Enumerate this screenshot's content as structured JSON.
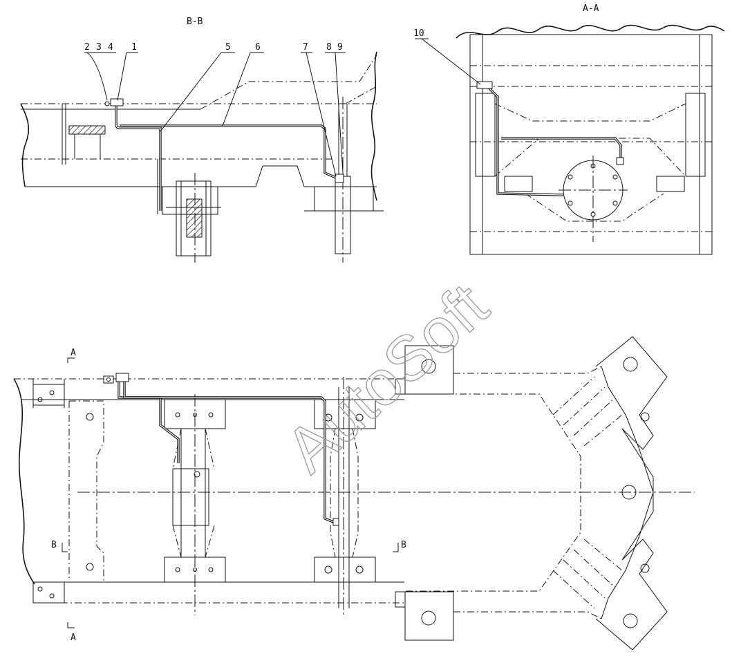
{
  "views": {
    "section_bb": "B-B",
    "section_aa": "A-A"
  },
  "callouts": {
    "c2": "2",
    "c3": "3",
    "c4": "4",
    "c1": "1",
    "c5": "5",
    "c6": "6",
    "c7": "7",
    "c8": "8",
    "c9": "9",
    "c10": "10"
  },
  "cut_marks": {
    "a_top": "A",
    "a_bottom": "A",
    "b_left": "B",
    "b_right": "B"
  },
  "watermark": "AutoSoft",
  "colors": {
    "line": "#111111",
    "watermark": "#999999",
    "background": "#ffffff"
  }
}
